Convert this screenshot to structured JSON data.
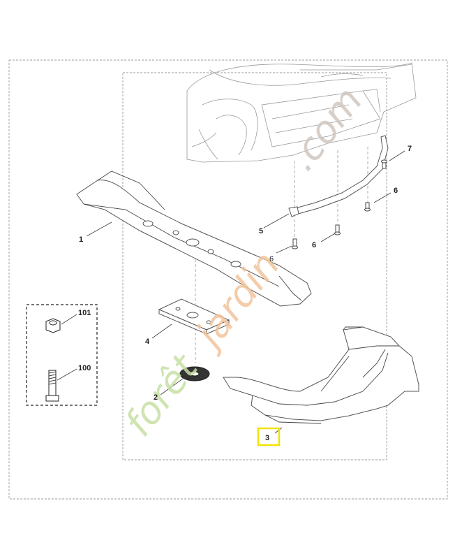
{
  "watermark": {
    "part1": "forêt",
    "part2": "jardin",
    "part3": ".com",
    "color_green": "#c7e0a3",
    "color_orange": "#f2c39a",
    "color_gray": "#cfc6bd"
  },
  "highlight_color": "#f2e200",
  "callouts": {
    "blade": "1",
    "washer": "2",
    "deflector": "3",
    "adapter_plate": "4",
    "bracket": "5",
    "screw_left": "6",
    "screw_mid": "6",
    "screw_right": "6",
    "screw_top": "7",
    "nut": "101",
    "bolt": "100"
  }
}
